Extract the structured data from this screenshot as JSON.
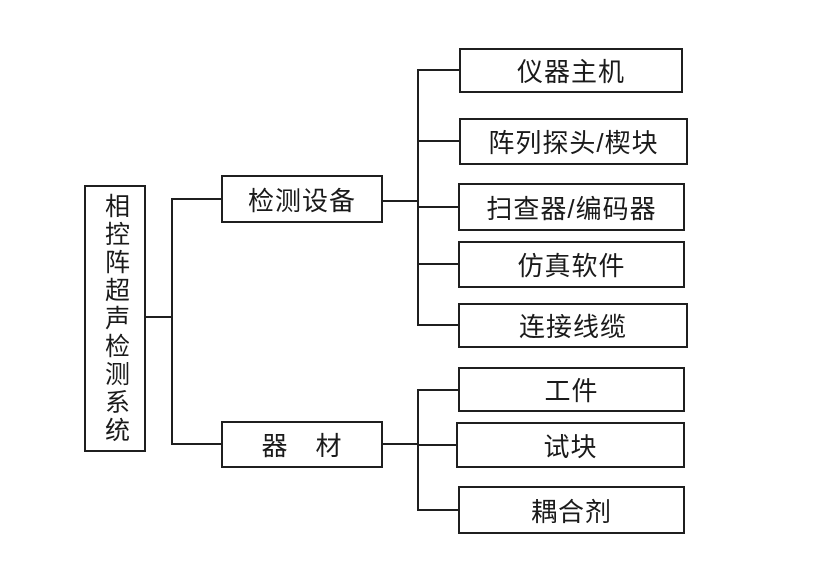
{
  "diagram": {
    "title_hint": "phased-array-ultrasonic-testing-system-tree",
    "root_label": "相控阵超声检测系统",
    "branches": [
      {
        "label": "检测设备",
        "children": [
          "仪器主机",
          "阵列探头/楔块",
          "扫查器/编码器",
          "仿真软件",
          "连接线缆"
        ]
      },
      {
        "label": "器　材",
        "children": [
          "工件",
          "试块",
          "耦合剂"
        ]
      }
    ],
    "colors": {
      "line": "#1f1f1f",
      "text": "#1a1a1a",
      "background": "#ffffff"
    }
  }
}
